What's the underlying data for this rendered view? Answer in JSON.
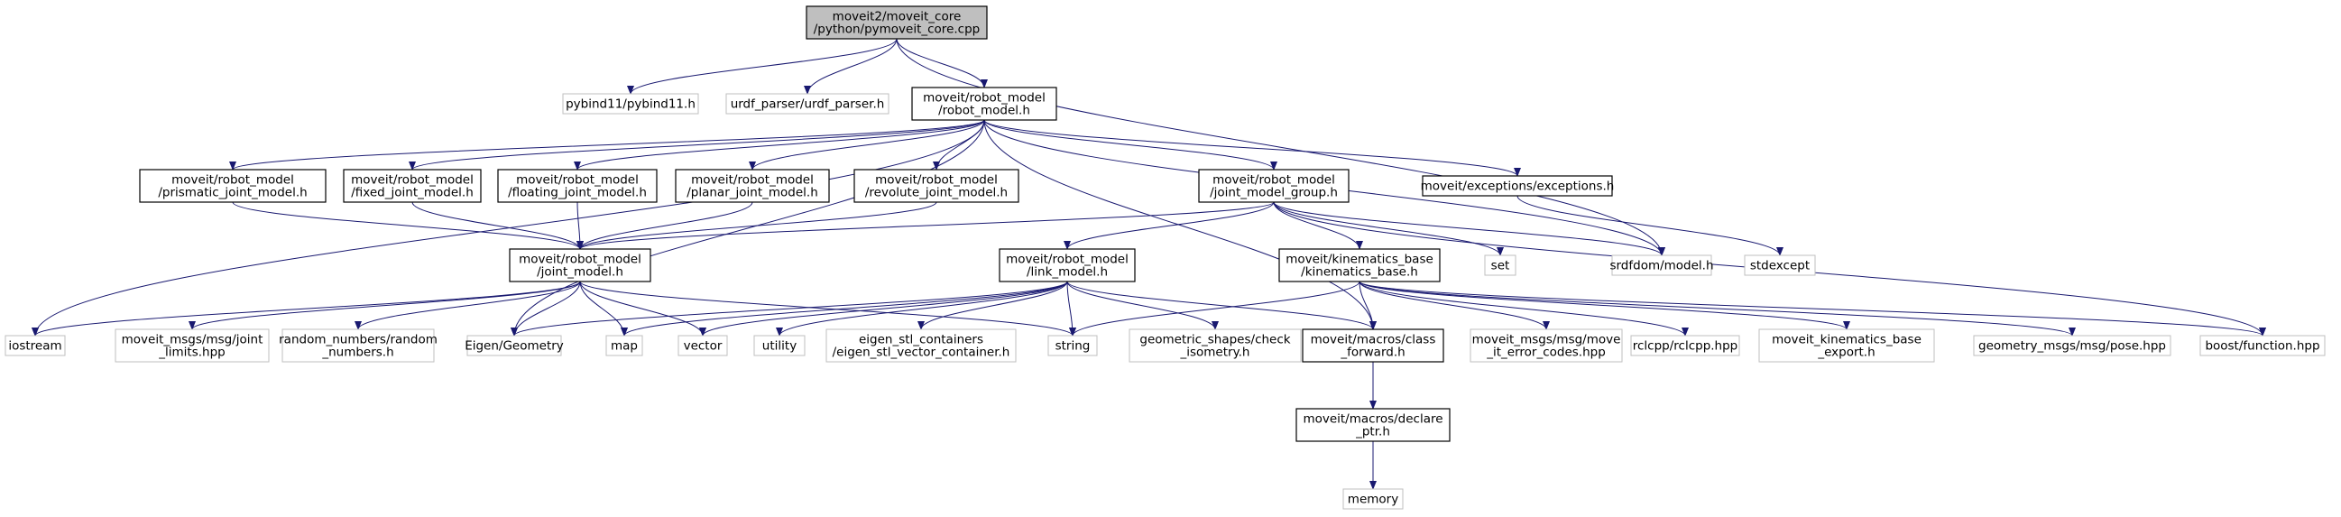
{
  "graph": {
    "edge_color": "#191970",
    "nodes": [
      {
        "id": "root",
        "lines": [
          "moveit2/moveit_core",
          "/python/pymoveit_core.cpp"
        ],
        "style": "root"
      },
      {
        "id": "pybind11",
        "lines": [
          "pybind11/pybind11.h"
        ],
        "style": "external"
      },
      {
        "id": "urdf_parser",
        "lines": [
          "urdf_parser/urdf_parser.h"
        ],
        "style": "external"
      },
      {
        "id": "robot_model",
        "lines": [
          "moveit/robot_model",
          "/robot_model.h"
        ],
        "style": "internal"
      },
      {
        "id": "prismatic",
        "lines": [
          "moveit/robot_model",
          "/prismatic_joint_model.h"
        ],
        "style": "internal"
      },
      {
        "id": "fixed",
        "lines": [
          "moveit/robot_model",
          "/fixed_joint_model.h"
        ],
        "style": "internal"
      },
      {
        "id": "floating",
        "lines": [
          "moveit/robot_model",
          "/floating_joint_model.h"
        ],
        "style": "internal"
      },
      {
        "id": "planar",
        "lines": [
          "moveit/robot_model",
          "/planar_joint_model.h"
        ],
        "style": "internal"
      },
      {
        "id": "revolute",
        "lines": [
          "moveit/robot_model",
          "/revolute_joint_model.h"
        ],
        "style": "internal"
      },
      {
        "id": "jmg",
        "lines": [
          "moveit/robot_model",
          "/joint_model_group.h"
        ],
        "style": "internal"
      },
      {
        "id": "exceptions",
        "lines": [
          "moveit/exceptions/exceptions.h"
        ],
        "style": "internal"
      },
      {
        "id": "joint_model",
        "lines": [
          "moveit/robot_model",
          "/joint_model.h"
        ],
        "style": "internal"
      },
      {
        "id": "link_model",
        "lines": [
          "moveit/robot_model",
          "/link_model.h"
        ],
        "style": "internal"
      },
      {
        "id": "kinematics_base",
        "lines": [
          "moveit/kinematics_base",
          "/kinematics_base.h"
        ],
        "style": "internal"
      },
      {
        "id": "set",
        "lines": [
          "set"
        ],
        "style": "external"
      },
      {
        "id": "srdfdom",
        "lines": [
          "srdfdom/model.h"
        ],
        "style": "external"
      },
      {
        "id": "stdexcept",
        "lines": [
          "stdexcept"
        ],
        "style": "external"
      },
      {
        "id": "iostream",
        "lines": [
          "iostream"
        ],
        "style": "external"
      },
      {
        "id": "joint_limits",
        "lines": [
          "moveit_msgs/msg/joint",
          "_limits.hpp"
        ],
        "style": "external"
      },
      {
        "id": "random_numbers",
        "lines": [
          "random_numbers/random",
          "_numbers.h"
        ],
        "style": "external"
      },
      {
        "id": "eigen_geometry",
        "lines": [
          "Eigen/Geometry"
        ],
        "style": "external"
      },
      {
        "id": "map",
        "lines": [
          "map"
        ],
        "style": "external"
      },
      {
        "id": "vector",
        "lines": [
          "vector"
        ],
        "style": "external"
      },
      {
        "id": "utility",
        "lines": [
          "utility"
        ],
        "style": "external"
      },
      {
        "id": "eigen_stl",
        "lines": [
          "eigen_stl_containers",
          "/eigen_stl_vector_container.h"
        ],
        "style": "external"
      },
      {
        "id": "string",
        "lines": [
          "string"
        ],
        "style": "external"
      },
      {
        "id": "geometric_shapes",
        "lines": [
          "geometric_shapes/check",
          "_isometry.h"
        ],
        "style": "external"
      },
      {
        "id": "class_forward",
        "lines": [
          "moveit/macros/class",
          "_forward.h"
        ],
        "style": "internal"
      },
      {
        "id": "move_it_error",
        "lines": [
          "moveit_msgs/msg/move",
          "_it_error_codes.hpp"
        ],
        "style": "external"
      },
      {
        "id": "rclcpp",
        "lines": [
          "rclcpp/rclcpp.hpp"
        ],
        "style": "external"
      },
      {
        "id": "kin_export",
        "lines": [
          "moveit_kinematics_base",
          "_export.h"
        ],
        "style": "external"
      },
      {
        "id": "pose",
        "lines": [
          "geometry_msgs/msg/pose.hpp"
        ],
        "style": "external"
      },
      {
        "id": "boost_function",
        "lines": [
          "boost/function.hpp"
        ],
        "style": "external"
      },
      {
        "id": "declare_ptr",
        "lines": [
          "moveit/macros/declare",
          "_ptr.h"
        ],
        "style": "internal"
      },
      {
        "id": "memory",
        "lines": [
          "memory"
        ],
        "style": "external"
      }
    ],
    "edges": [
      [
        "root",
        "pybind11"
      ],
      [
        "root",
        "urdf_parser"
      ],
      [
        "root",
        "robot_model"
      ],
      [
        "root",
        "srdfdom"
      ],
      [
        "robot_model",
        "prismatic"
      ],
      [
        "robot_model",
        "fixed"
      ],
      [
        "robot_model",
        "floating"
      ],
      [
        "robot_model",
        "planar"
      ],
      [
        "robot_model",
        "revolute"
      ],
      [
        "robot_model",
        "jmg"
      ],
      [
        "robot_model",
        "exceptions"
      ],
      [
        "robot_model",
        "iostream"
      ],
      [
        "robot_model",
        "eigen_geometry"
      ],
      [
        "robot_model",
        "class_forward"
      ],
      [
        "robot_model",
        "srdfdom"
      ],
      [
        "prismatic",
        "joint_model"
      ],
      [
        "fixed",
        "joint_model"
      ],
      [
        "floating",
        "joint_model"
      ],
      [
        "planar",
        "joint_model"
      ],
      [
        "revolute",
        "joint_model"
      ],
      [
        "jmg",
        "joint_model"
      ],
      [
        "jmg",
        "link_model"
      ],
      [
        "jmg",
        "kinematics_base"
      ],
      [
        "jmg",
        "set"
      ],
      [
        "jmg",
        "srdfdom"
      ],
      [
        "jmg",
        "boost_function"
      ],
      [
        "exceptions",
        "stdexcept"
      ],
      [
        "joint_model",
        "iostream"
      ],
      [
        "joint_model",
        "joint_limits"
      ],
      [
        "joint_model",
        "random_numbers"
      ],
      [
        "joint_model",
        "eigen_geometry"
      ],
      [
        "joint_model",
        "map"
      ],
      [
        "joint_model",
        "vector"
      ],
      [
        "joint_model",
        "string"
      ],
      [
        "link_model",
        "eigen_geometry"
      ],
      [
        "link_model",
        "map"
      ],
      [
        "link_model",
        "vector"
      ],
      [
        "link_model",
        "utility"
      ],
      [
        "link_model",
        "eigen_stl"
      ],
      [
        "link_model",
        "string"
      ],
      [
        "link_model",
        "geometric_shapes"
      ],
      [
        "link_model",
        "class_forward"
      ],
      [
        "kinematics_base",
        "string"
      ],
      [
        "kinematics_base",
        "class_forward"
      ],
      [
        "kinematics_base",
        "move_it_error"
      ],
      [
        "kinematics_base",
        "rclcpp"
      ],
      [
        "kinematics_base",
        "kin_export"
      ],
      [
        "kinematics_base",
        "pose"
      ],
      [
        "kinematics_base",
        "boost_function"
      ],
      [
        "class_forward",
        "declare_ptr"
      ],
      [
        "declare_ptr",
        "memory"
      ]
    ]
  }
}
